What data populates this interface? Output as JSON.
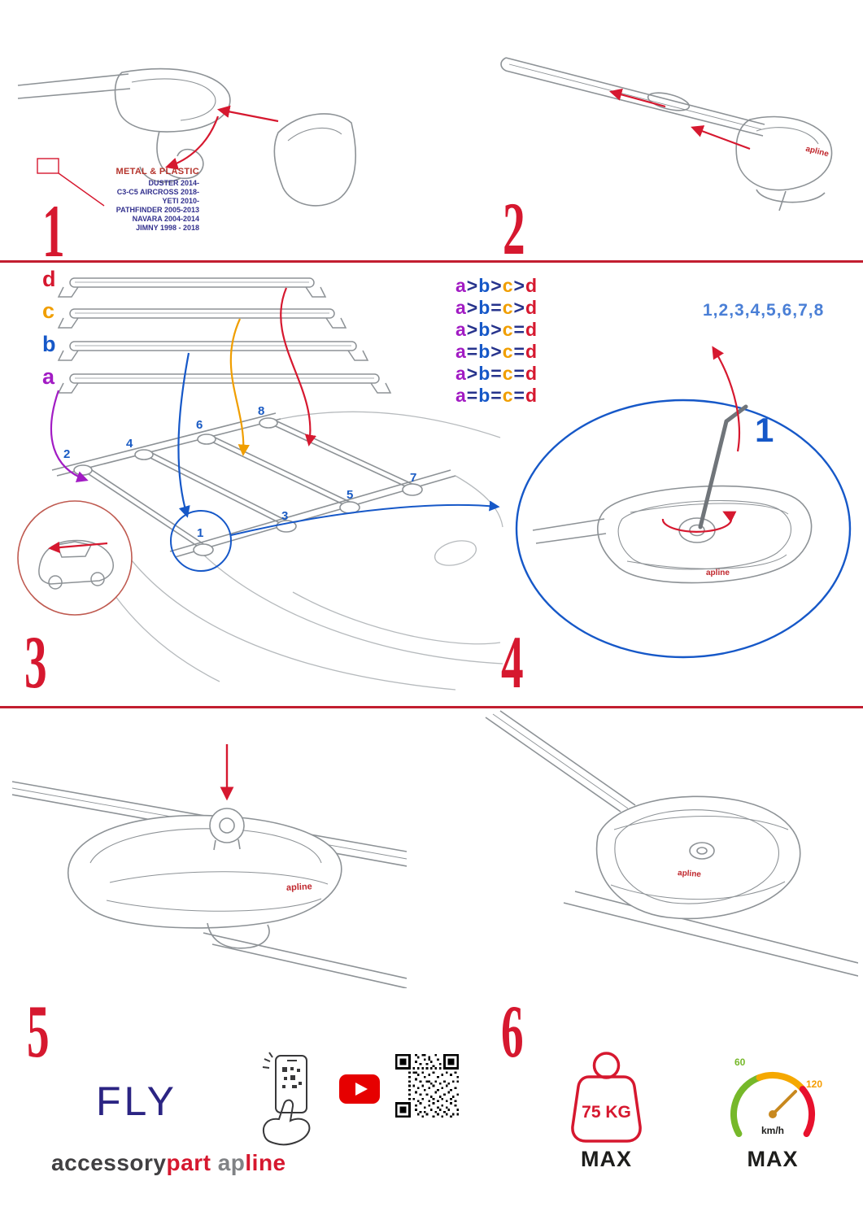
{
  "meta": {
    "title": "Roof rack cross bar installation instructions"
  },
  "colors": {
    "accent_red": "#d6182f",
    "purple": "#a21cc4",
    "blue": "#1658c8",
    "orange": "#f09e00",
    "navy": "#2b2483",
    "green": "#76b82a",
    "divider_red": "#c21e30"
  },
  "step1": {
    "number": "1",
    "material": "METAL & PLASTIC",
    "models": [
      "DUSTER 2014-",
      "C3-C5 AIRCROSS 2018-",
      "YETI 2010-",
      "PATHFINDER 2005-2013",
      "NAVARA 2004-2014",
      "JIMNY 1998 - 2018"
    ]
  },
  "step2": {
    "number": "2",
    "brand": "apline"
  },
  "step3": {
    "number": "3",
    "bar_labels": {
      "d": "d",
      "c": "c",
      "b": "b",
      "a": "a"
    },
    "positions": {
      "p1": "1",
      "p2": "2",
      "p3": "3",
      "p4": "4",
      "p5": "5",
      "p6": "6",
      "p7": "7",
      "p8": "8"
    },
    "comparisons": [
      {
        "a": "a",
        "op1": ">",
        "b": "b",
        "op2": ">",
        "c": "c",
        "op3": ">",
        "d": "d"
      },
      {
        "a": "a",
        "op1": ">",
        "b": "b",
        "op2": "=",
        "c": "c",
        "op3": ">",
        "d": "d"
      },
      {
        "a": "a",
        "op1": ">",
        "b": "b",
        "op2": ">",
        "c": "c",
        "op3": "=",
        "d": "d"
      },
      {
        "a": "a",
        "op1": "=",
        "b": "b",
        "op2": ">",
        "c": "c",
        "op3": "=",
        "d": "d"
      },
      {
        "a": "a",
        "op1": ">",
        "b": "b",
        "op2": "=",
        "c": "c",
        "op3": "=",
        "d": "d"
      },
      {
        "a": "a",
        "op1": "=",
        "b": "b",
        "op2": "=",
        "c": "c",
        "op3": "=",
        "d": "d"
      }
    ]
  },
  "step4": {
    "number": "4",
    "sequence": "1,2,3,4,5,6,7,8",
    "tool_step": "1",
    "brand": "apline"
  },
  "step5": {
    "number": "5",
    "brand": "apline"
  },
  "step6": {
    "number": "6",
    "brand": "apline"
  },
  "footer": {
    "logo_fly": "FLY",
    "brand_accessory": "accessory",
    "brand_part": "part",
    "brand_ap": "ap",
    "brand_line": "line",
    "weight_value": "75 KG",
    "weight_max": "MAX",
    "speed_low": "60",
    "speed_high": "120",
    "speed_unit": "km/h",
    "speed_max": "MAX"
  }
}
